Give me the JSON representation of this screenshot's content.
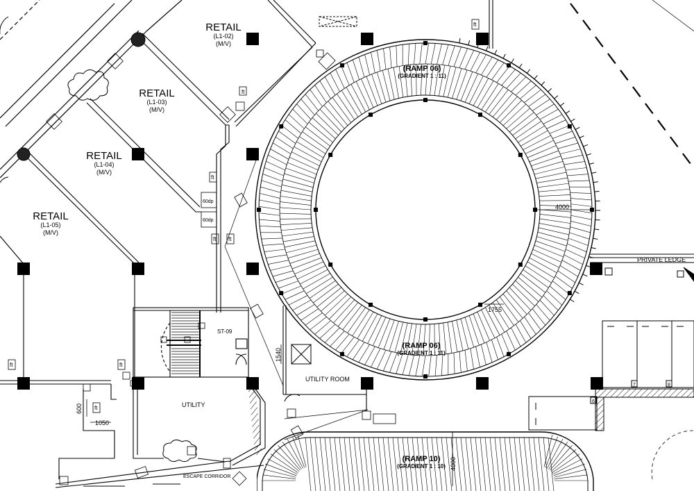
{
  "retail_units": [
    {
      "name": "RETAIL",
      "code": "(L1-02)",
      "mv": "(M/V)"
    },
    {
      "name": "RETAIL",
      "code": "(L1-03)",
      "mv": "(M/V)"
    },
    {
      "name": "RETAIL",
      "code": "(L1-04)",
      "mv": "(M/V)"
    },
    {
      "name": "RETAIL",
      "code": "(L1-05)",
      "mv": "(M/V)"
    }
  ],
  "ramps": {
    "ramp06_top": {
      "name": "(RAMP 06)",
      "gradient": "(GRADIENT 1 : 11)"
    },
    "ramp06_bottom": {
      "name": "(RAMP 06)",
      "gradient": "(GRADIENT 1 : 11)"
    },
    "ramp10": {
      "name": "(RAMP 10)",
      "gradient": "(GRADIENT 1 : 10)"
    }
  },
  "rooms": {
    "stair": "ST-09",
    "utility_room": "UTILITY ROOM",
    "utility": "UTILITY",
    "escape_corridor": "ESCAPE CORRIDOR",
    "private_ledge": "PRIVATE LEDGE"
  },
  "dimensions": {
    "ramp_width": "4000",
    "ramp_lane": "1755",
    "shaft_height": "1540",
    "niche_height": "600",
    "niche_width": "1050",
    "ramp10_width": "4000"
  },
  "tags": {
    "ft": "ft",
    "fdv": "60dp",
    "cabinet_7": "7",
    "cabinet_8": "8",
    "cabinet_6": "6"
  }
}
